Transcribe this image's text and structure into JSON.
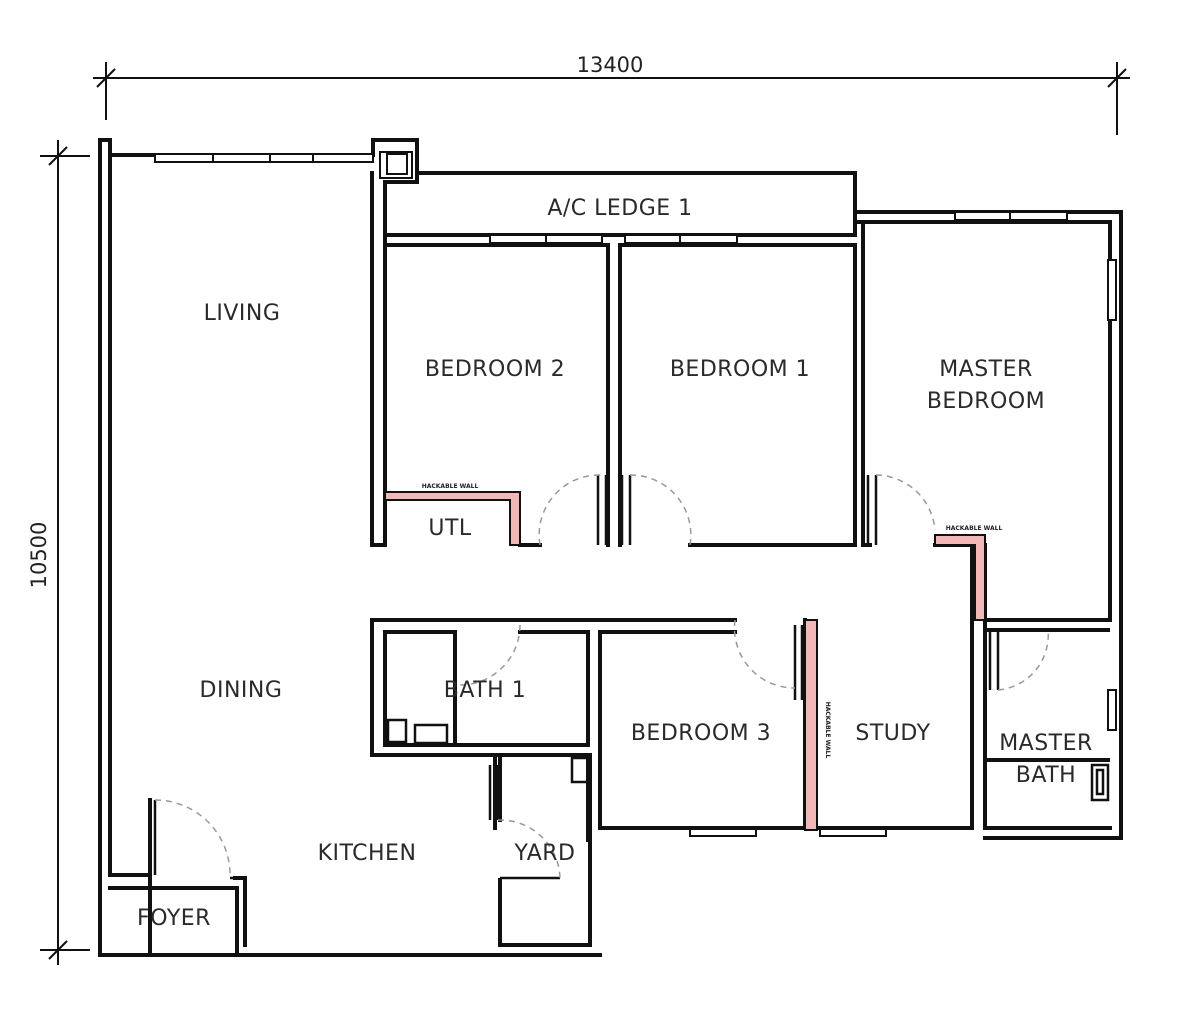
{
  "dimensions": {
    "width": "13400",
    "height": "10500"
  },
  "rooms": {
    "ac_ledge": "A/C LEDGE 1",
    "living": "LIVING",
    "bedroom2": "BEDROOM 2",
    "bedroom1": "BEDROOM 1",
    "master_line1": "MASTER",
    "master_line2": "BEDROOM",
    "utl": "UTL",
    "dining": "DINING",
    "bath1": "BATH 1",
    "bedroom3": "BEDROOM 3",
    "study": "STUDY",
    "master_bath_line1": "MASTER",
    "master_bath_line2": "BATH",
    "kitchen": "KITCHEN",
    "yard": "YARD",
    "foyer": "FOYER"
  },
  "notes": {
    "hackable_wall": "HACKABLE WALL",
    "hackable_wall_vertical": "HACKABLE WALL"
  },
  "colors": {
    "hackable_wall": "#f2b8b8",
    "wall": "#111111"
  }
}
